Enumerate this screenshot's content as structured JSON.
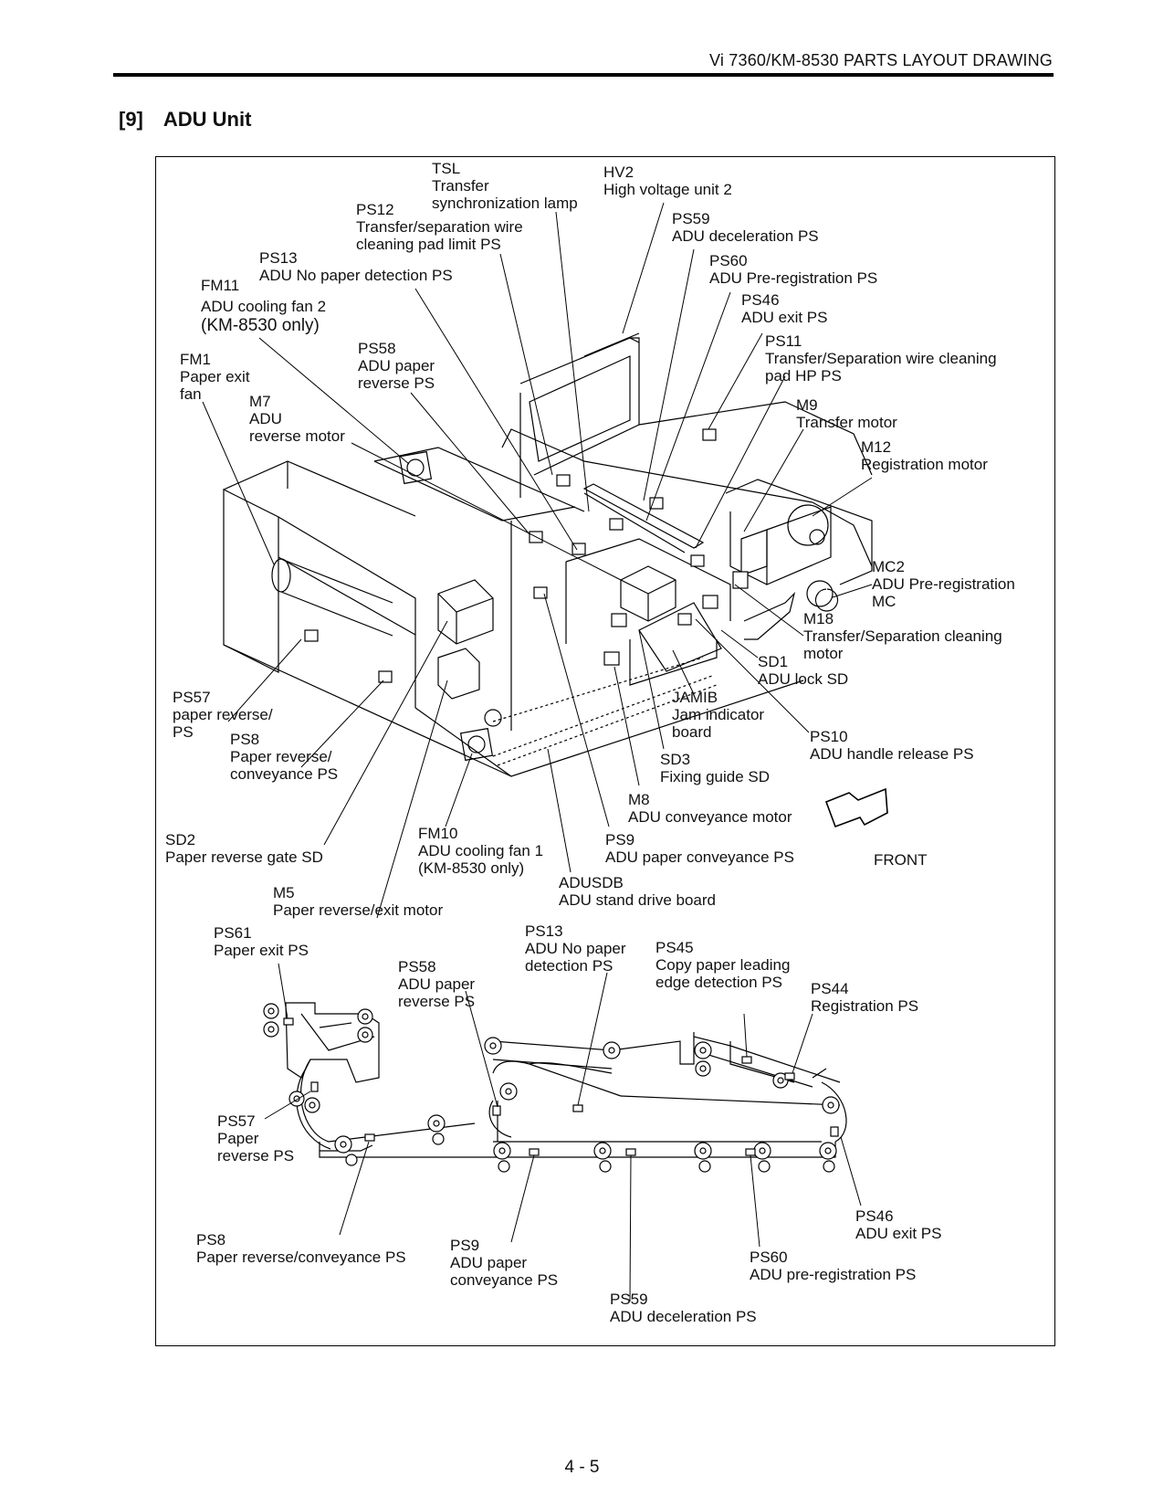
{
  "header": {
    "title": "Vi 7360/KM-8530 PARTS LAYOUT DRAWING"
  },
  "section": {
    "number": "[9]",
    "title": "ADU Unit"
  },
  "labels_top": {
    "tsl": {
      "code": "TSL",
      "l1": "Transfer",
      "l2": "synchronization lamp"
    },
    "hv2": {
      "code": "HV2",
      "l1": "High voltage unit 2"
    },
    "ps12": {
      "code": "PS12",
      "l1": "Transfer/separation wire",
      "l2": "cleaning pad limit PS"
    },
    "ps59": {
      "code": "PS59",
      "l1": "ADU deceleration PS"
    },
    "ps13": {
      "code": "PS13",
      "l1": "ADU No paper detection PS"
    },
    "ps60": {
      "code": "PS60",
      "l1": "ADU Pre-registration PS"
    },
    "fm11": {
      "code": "FM11",
      "l1": "ADU cooling fan 2",
      "l2": "(KM-8530 only)"
    },
    "ps46": {
      "code": "PS46",
      "l1": "ADU exit PS"
    },
    "ps11": {
      "code": "PS11",
      "l1": "Transfer/Separation  wire cleaning",
      "l2": "pad HP PS"
    },
    "ps58": {
      "code": "PS58",
      "l1": "ADU paper",
      "l2": "reverse PS"
    },
    "fm1": {
      "code": "FM1",
      "l1": "Paper exit",
      "l2": "fan"
    },
    "m7": {
      "code": "M7",
      "l1": "ADU",
      "l2": "reverse motor"
    },
    "m9": {
      "code": "M9",
      "l1": "Transfer motor"
    },
    "m12": {
      "code": "M12",
      "l1": "Registration motor"
    },
    "mc2": {
      "code": "MC2",
      "l1": "ADU Pre-registration",
      "l2": "MC"
    },
    "m18": {
      "code": "M18",
      "l1": "Transfer/Separation cleaning",
      "l2": "motor"
    },
    "sd1": {
      "code": "SD1",
      "l1": "ADU lock SD"
    },
    "ps57": {
      "code": "PS57",
      "l1": "paper reverse/",
      "l2": "PS"
    },
    "jamib": {
      "code": "JAMIB",
      "l1": "Jam indicator",
      "l2": "board"
    },
    "ps8": {
      "code": "PS8",
      "l1": "Paper reverse/",
      "l2": "conveyance PS"
    },
    "ps10": {
      "code": "PS10",
      "l1": "ADU handle  release PS"
    },
    "sd3": {
      "code": "SD3",
      "l1": "Fixing guide SD"
    },
    "m8": {
      "code": "M8",
      "l1": "ADU conveyance motor"
    },
    "sd2": {
      "code": "SD2",
      "l1": "Paper reverse gate SD"
    },
    "fm10": {
      "code": "FM10",
      "l1": "ADU cooling fan 1",
      "l2": "(KM-8530 only)"
    },
    "ps9": {
      "code": "PS9",
      "l1": "ADU paper conveyance PS"
    },
    "front": "FRONT",
    "adusdb": {
      "code": "ADUSDB",
      "l1": "ADU stand drive board"
    },
    "m5": {
      "code": "M5",
      "l1": "Paper reverse/exit motor"
    }
  },
  "labels_bottom": {
    "ps61": {
      "code": "PS61",
      "l1": "Paper exit PS"
    },
    "ps13": {
      "code": "PS13",
      "l1": "ADU No paper",
      "l2": "detection PS"
    },
    "ps45": {
      "code": "PS45",
      "l1": "Copy paper leading",
      "l2": "edge detection PS"
    },
    "ps58": {
      "code": "PS58",
      "l1": "ADU paper",
      "l2": "reverse PS"
    },
    "ps44": {
      "code": "PS44",
      "l1": "Registration PS"
    },
    "ps57": {
      "code": "PS57",
      "l1": "Paper",
      "l2": "reverse PS"
    },
    "ps46": {
      "code": "PS46",
      "l1": "ADU exit PS"
    },
    "ps8": {
      "code": "PS8",
      "l1": "Paper reverse/conveyance PS"
    },
    "ps9": {
      "code": "PS9",
      "l1": "ADU paper",
      "l2": "conveyance PS"
    },
    "ps60": {
      "code": "PS60",
      "l1": "ADU pre-registration PS"
    },
    "ps59": {
      "code": "PS59",
      "l1": "ADU deceleration PS"
    }
  },
  "footer": {
    "page_number": "4 - 5"
  }
}
